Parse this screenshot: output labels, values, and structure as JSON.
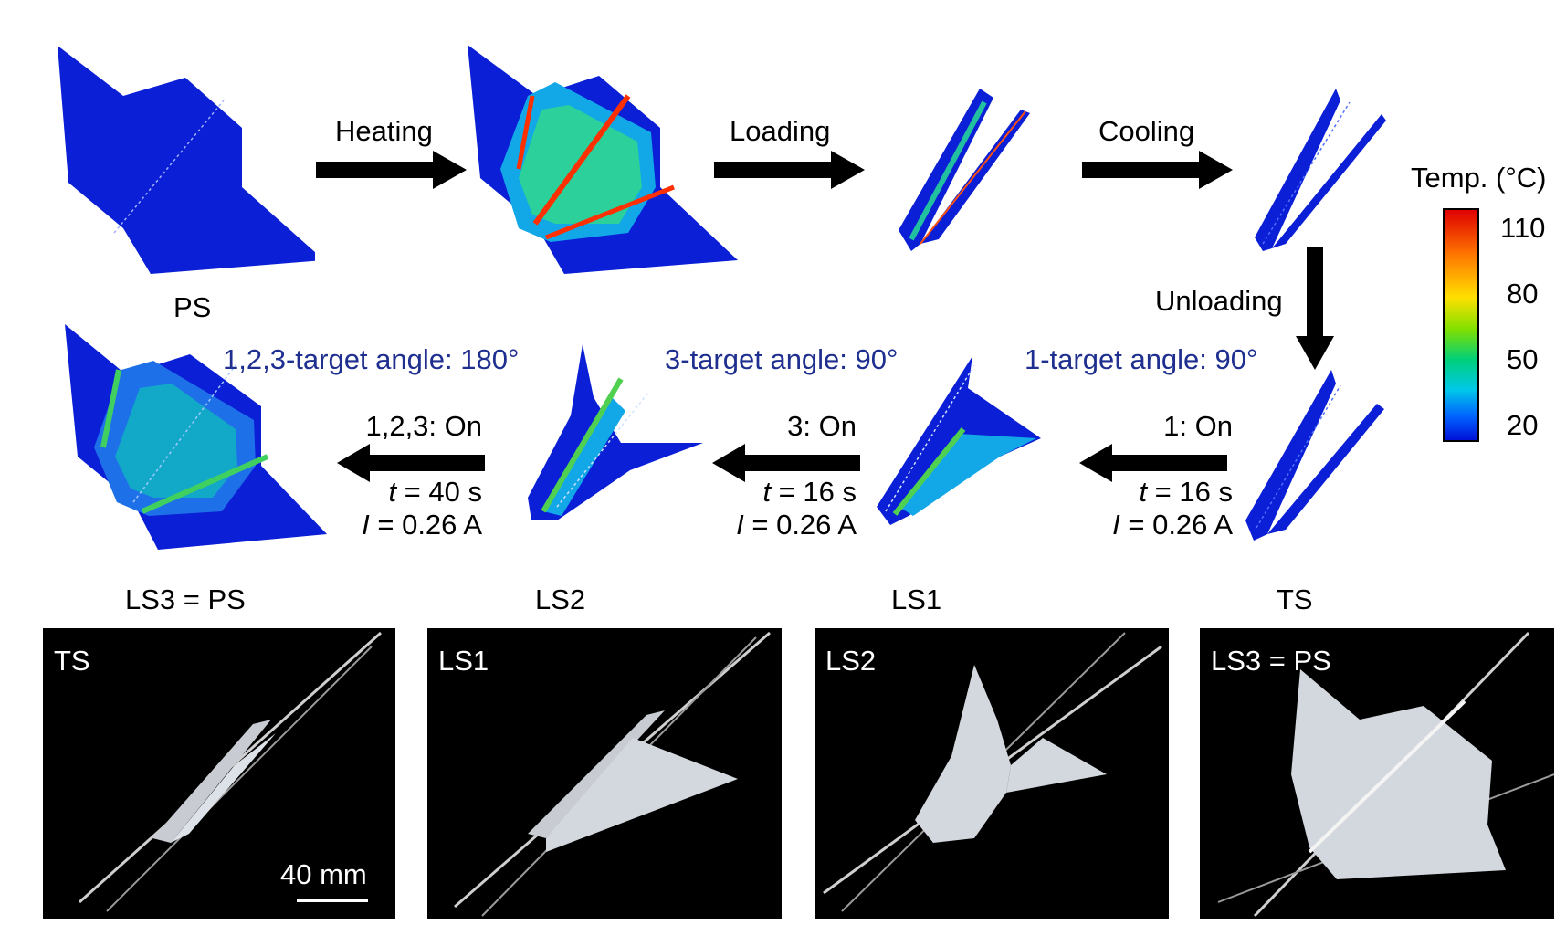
{
  "top_row": {
    "ps_label": "PS",
    "steps": [
      "Heating",
      "Loading",
      "Cooling"
    ]
  },
  "unloading_label": "Unloading",
  "colorbar": {
    "title": "Temp. (°C)",
    "ticks": [
      "110",
      "80",
      "50",
      "20"
    ],
    "colors": [
      "#e00000",
      "#ff7a00",
      "#ffe000",
      "#00d07a",
      "#00c8e8",
      "#0010d8"
    ]
  },
  "middle_row": {
    "target_labels": [
      "1,2,3-target angle: 180°",
      "3-target angle: 90°",
      "1-target angle: 90°"
    ],
    "conditions": [
      {
        "on": "1,2,3: On",
        "t_value": " = 40 s",
        "i_value": " = 0.26 A"
      },
      {
        "on": "3: On",
        "t_value": " = 16 s",
        "i_value": " = 0.26 A"
      },
      {
        "on": "1: On",
        "t_value": " = 16 s",
        "i_value": " = 0.26 A"
      }
    ],
    "t_symbol": "t",
    "i_symbol": "I",
    "state_labels": [
      "LS3 = PS",
      "LS2",
      "LS1",
      "TS"
    ]
  },
  "photos": {
    "tags": [
      "TS",
      "LS1",
      "LS2",
      "LS3 = PS"
    ],
    "scale_bar": "40 mm"
  }
}
